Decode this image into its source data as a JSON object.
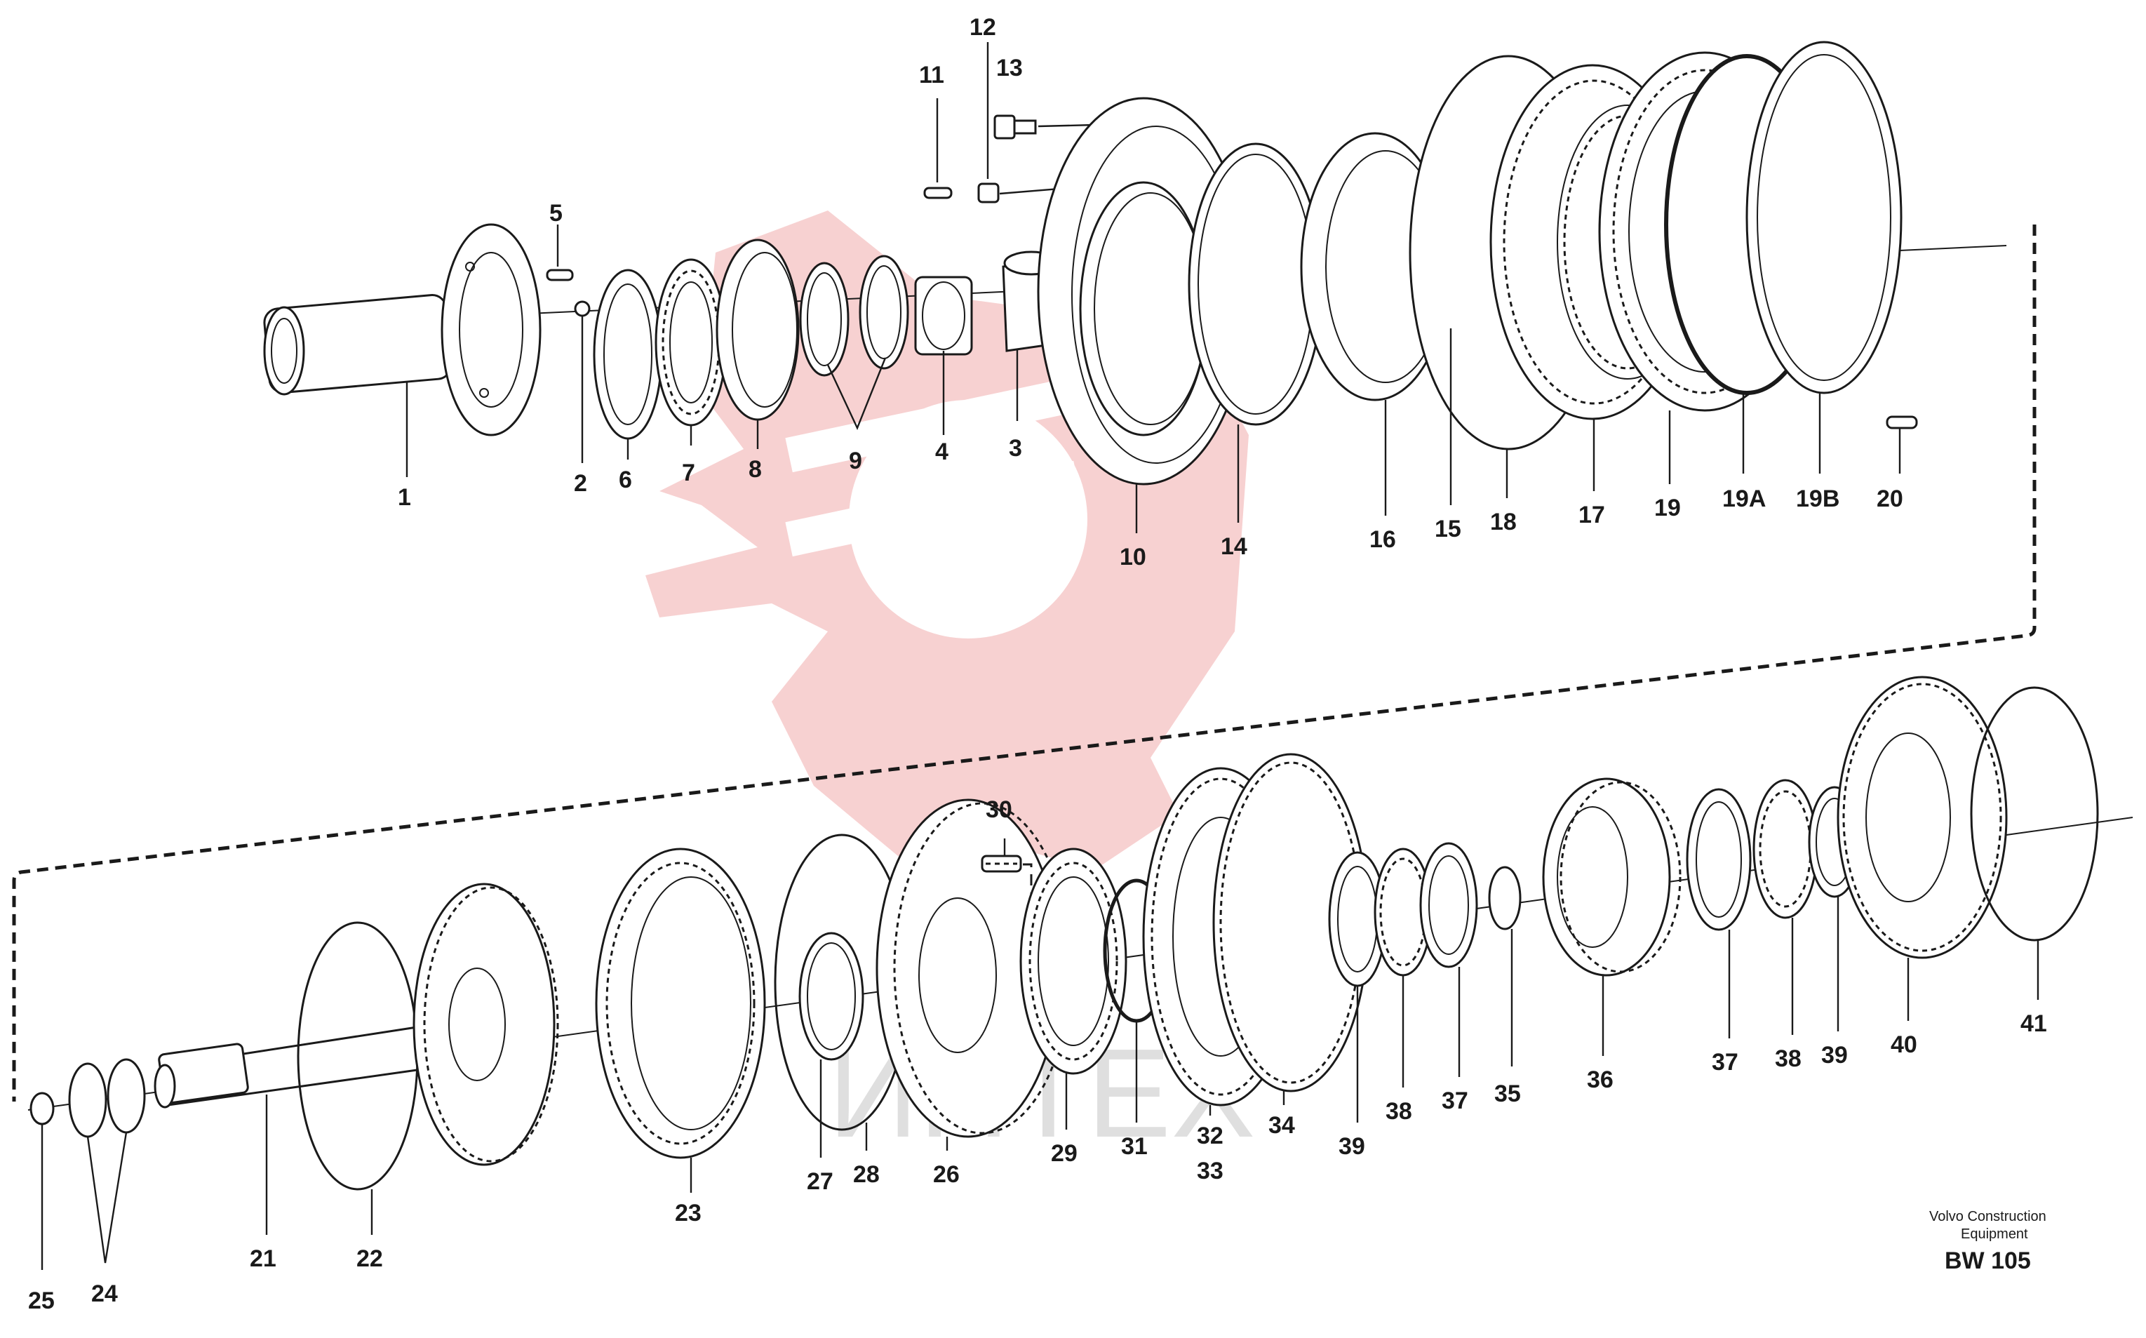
{
  "labels": {
    "p1": "1",
    "p2": "2",
    "p3": "3",
    "p4": "4",
    "p5": "5",
    "p6": "6",
    "p7": "7",
    "p8": "8",
    "p9": "9",
    "p10": "10",
    "p11": "11",
    "p12": "12",
    "p13": "13",
    "p14": "14",
    "p15": "15",
    "p16": "16",
    "p17": "17",
    "p18": "18",
    "p19": "19",
    "p19a": "19A",
    "p19b": "19B",
    "p20": "20",
    "p21": "21",
    "p22": "22",
    "p23": "23",
    "p24": "24",
    "p25": "25",
    "p26": "26",
    "p27": "27",
    "p28": "28",
    "p29": "29",
    "p30": "30",
    "p31": "31",
    "p32": "32",
    "p33": "33",
    "p34": "34",
    "p35": "35",
    "p36": "36",
    "p37a": "37",
    "p37b": "37",
    "p38a": "38",
    "p38b": "38",
    "p39a": "39",
    "p39b": "39",
    "p40": "40",
    "p41": "41"
  },
  "footer": {
    "company_line1": "Volvo Construction",
    "company_line2": "Equipment",
    "code": "BW 105"
  },
  "watermark": {
    "text": "ИНТЕХ",
    "color": "#f6c9c9"
  }
}
